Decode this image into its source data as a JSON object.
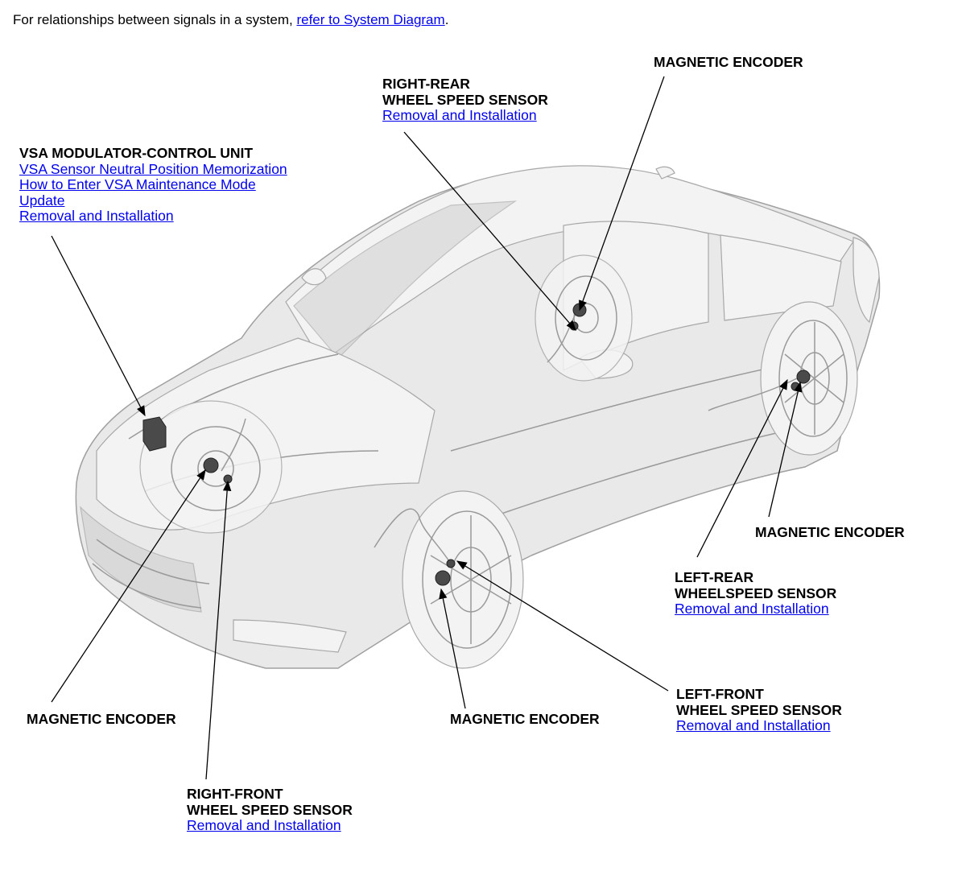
{
  "intro": {
    "text": "For relationships between signals in a system, ",
    "link": "refer to System Diagram",
    "suffix": "."
  },
  "callouts": {
    "vsa": {
      "title": "VSA MODULATOR-CONTROL UNIT",
      "links": [
        "VSA Sensor Neutral Position Memorization",
        "How to Enter VSA Maintenance Mode",
        "Update",
        "Removal and Installation"
      ]
    },
    "right_rear": {
      "title_line1": "RIGHT-REAR",
      "title_line2": "WHEEL SPEED SENSOR",
      "link": "Removal and Installation"
    },
    "mag_encoder_top": {
      "title": "MAGNETIC ENCODER"
    },
    "mag_encoder_right": {
      "title": "MAGNETIC ENCODER"
    },
    "left_rear": {
      "title_line1": "LEFT-REAR",
      "title_line2": "WHEELSPEED SENSOR",
      "link": "Removal and Installation"
    },
    "left_front": {
      "title_line1": "LEFT-FRONT",
      "title_line2": "WHEEL SPEED SENSOR",
      "link": "Removal and Installation"
    },
    "mag_encoder_mid": {
      "title": "MAGNETIC ENCODER"
    },
    "mag_encoder_left": {
      "title": "MAGNETIC ENCODER"
    },
    "right_front": {
      "title_line1": "RIGHT-FRONT",
      "title_line2": "WHEEL SPEED SENSOR",
      "link": "Removal and Installation"
    }
  },
  "colors": {
    "link": "#0000ee",
    "text": "#000000",
    "car_body": "#e9e9e9"
  }
}
